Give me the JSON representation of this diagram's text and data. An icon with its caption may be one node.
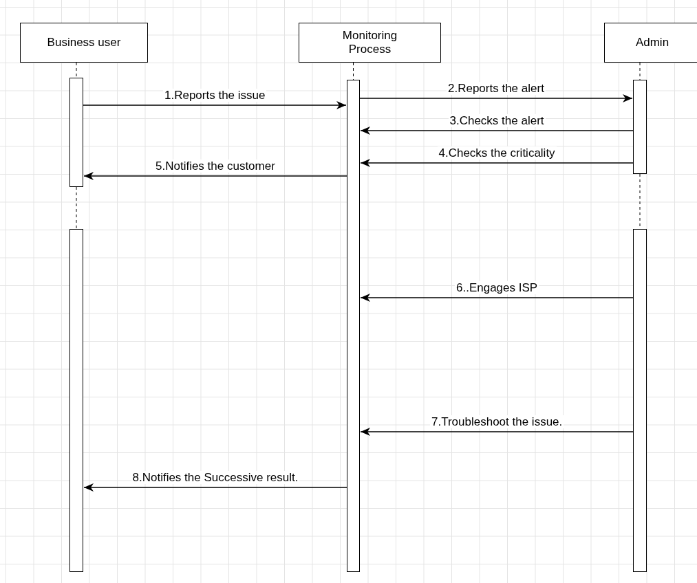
{
  "diagram": {
    "nodes": [
      {
        "text": [
          "Business user"
        ]
      },
      {
        "text": [
          "Monitoring Process"
        ]
      },
      {
        "text": [
          "Admin"
        ]
      },
      {
        "text": [],
        "shape": "bar"
      },
      {
        "text": [],
        "shape": "bar"
      },
      {
        "text": [],
        "shape": "bar"
      },
      {
        "text": [],
        "shape": "bar"
      },
      {
        "text": [],
        "shape": "bar"
      }
    ],
    "edges": [
      {
        "from": 0,
        "to": 3,
        "arrow": "none",
        "style": "dashed"
      },
      {
        "from": 1,
        "to": 4,
        "arrow": "none",
        "style": "dashed"
      },
      {
        "from": 2,
        "to": 5,
        "arrow": "none",
        "style": "dashed"
      },
      {
        "from": 3,
        "to": 6,
        "arrow": "none",
        "style": "dashed"
      },
      {
        "from": 5,
        "to": 7,
        "arrow": "none",
        "style": "dashed"
      },
      {
        "from": 3,
        "to": 4,
        "label": "1.Reports the issue",
        "arrow": "to"
      },
      {
        "from": 4,
        "to": 5,
        "label": "2.Reports the alert",
        "arrow": "to"
      },
      {
        "from": 5,
        "to": 4,
        "label": "3.Checks the alert",
        "arrow": "to"
      },
      {
        "from": 5,
        "to": 4,
        "label": "4.Checks the criticality",
        "arrow": "to"
      },
      {
        "from": 4,
        "to": 3,
        "label": "5.Notifies the customer",
        "arrow": "to"
      },
      {
        "from": 7,
        "to": 4,
        "label": "6..Engages ISP",
        "arrow": "to"
      },
      {
        "from": 7,
        "to": 4,
        "label": "7.Troubleshoot the issue.",
        "arrow": "to"
      },
      {
        "from": 4,
        "to": 6,
        "label": "8.Notifies the Successive result.",
        "arrow": "to"
      }
    ]
  }
}
